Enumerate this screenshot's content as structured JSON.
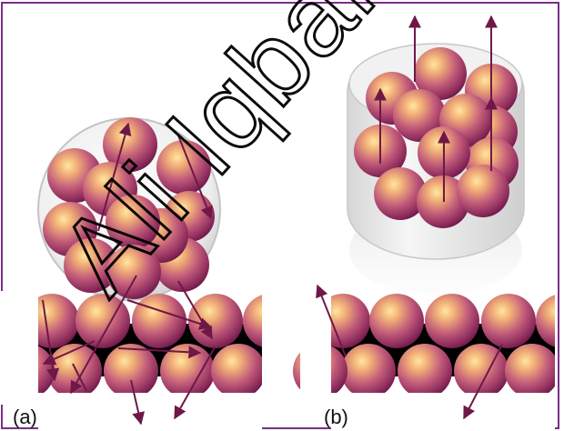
{
  "panels": [
    {
      "label": "(a)"
    },
    {
      "label": "(b)"
    }
  ],
  "watermark": {
    "text": "Ali Iqbal",
    "color": "#000000"
  },
  "colors": {
    "frame": "#7a2f87",
    "sphere_highlight": "#ffd27a",
    "sphere_mid": "#c25c7a",
    "sphere_edge": "#6b1545",
    "arrow": "#6e1848",
    "surface_shadow": "#000000"
  }
}
